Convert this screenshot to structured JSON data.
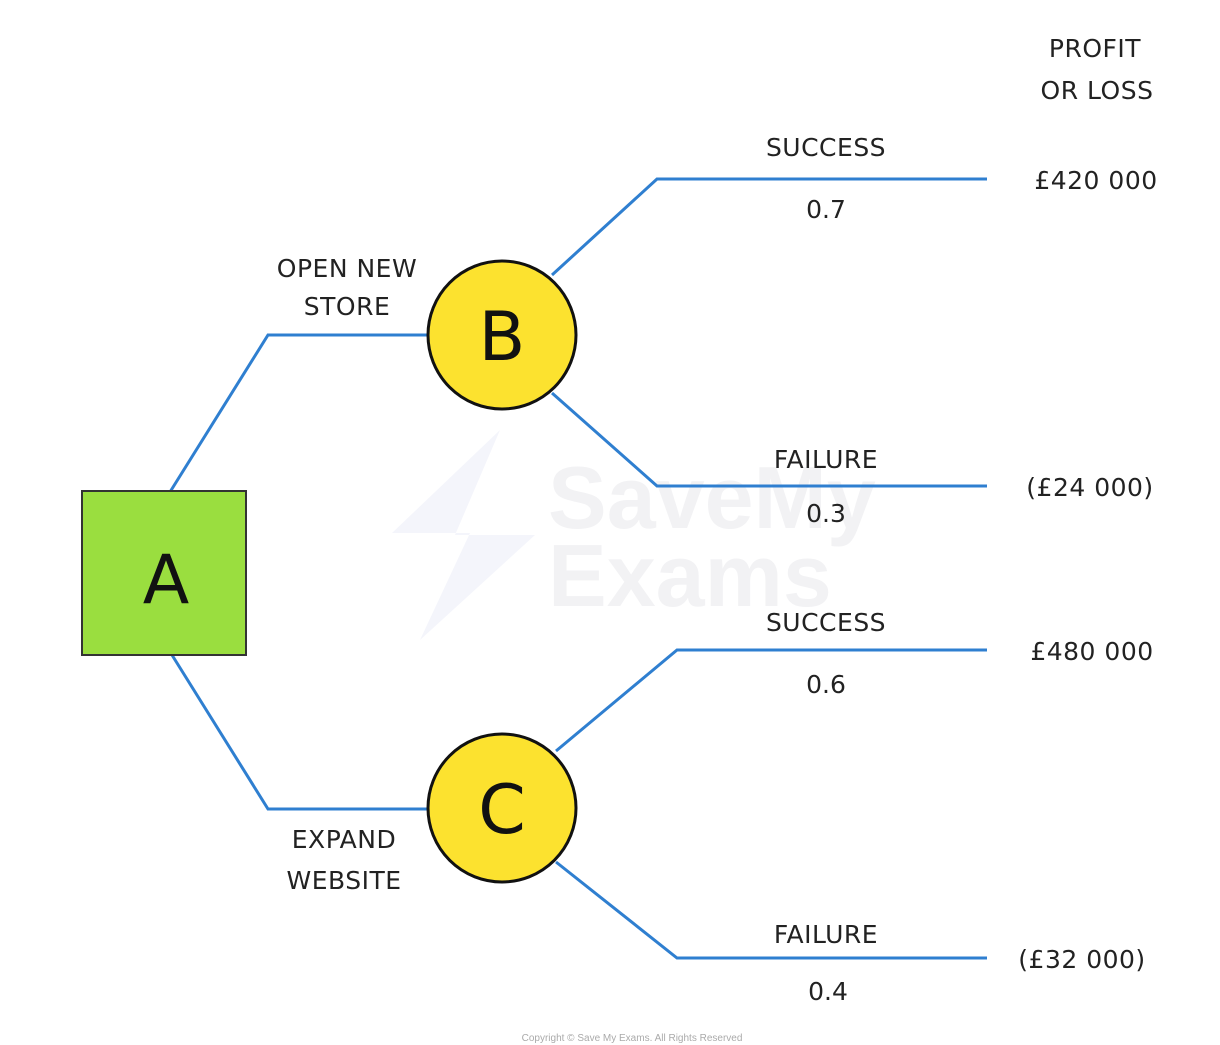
{
  "header": {
    "line1": "PROFIT",
    "line2": "OR LOSS"
  },
  "colors": {
    "branch": "#2f7fd0",
    "decision_node": "#9ade3f",
    "chance_node": "#fce22f"
  },
  "decision_node": {
    "label": "A"
  },
  "options": [
    {
      "label_line1": "OPEN NEW",
      "label_line2": "STORE",
      "node": "B",
      "outcomes": [
        {
          "label": "SUCCESS",
          "probability": "0.7",
          "value": "£420 000"
        },
        {
          "label": "FAILURE",
          "probability": "0.3",
          "value": "(£24 000)"
        }
      ]
    },
    {
      "label_line1": "EXPAND",
      "label_line2": "WEBSITE",
      "node": "C",
      "outcomes": [
        {
          "label": "SUCCESS",
          "probability": "0.6",
          "value": "£480 000"
        },
        {
          "label": "FAILURE",
          "probability": "0.4",
          "value": "(£32 000)"
        }
      ]
    }
  ],
  "watermark": {
    "line1": "SaveMy",
    "line2": "Exams"
  },
  "copyright": "Copyright © Save My Exams. All Rights Reserved"
}
